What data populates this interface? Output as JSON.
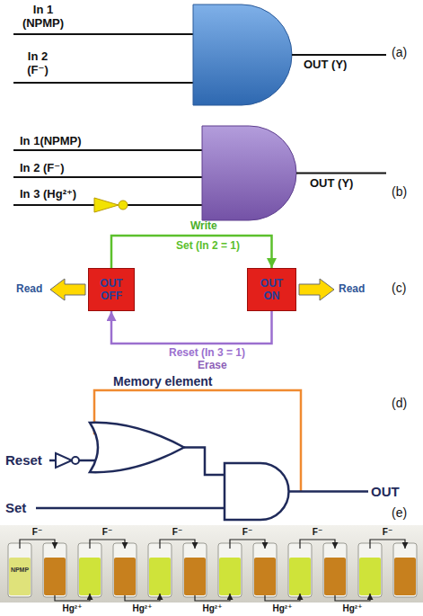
{
  "diagram": {
    "nodes": [
      {
        "text": [
          "OUT OFF"
        ]
      },
      {
        "text": [
          "OUT ON"
        ]
      }
    ],
    "edges": [
      {
        "from": 0,
        "to": 1,
        "arrow": "to",
        "label": "Set (In 2 = 1)"
      },
      {
        "from": 1,
        "to": 0,
        "arrow": "to",
        "label": "Reset (In 3 = 1)"
      }
    ],
    "labels": [
      "In 1 (NPMP)",
      "In 2 (F⁻)",
      "OUT (Y)",
      "(a)",
      "In 1(NPMP)",
      "In 2 (F⁻)",
      "In 3 (Hg²⁺)",
      "OUT (Y)",
      "(b)",
      "Write",
      "Read",
      "Read",
      "Erase",
      "(c)",
      "Memory element",
      "Reset",
      "Set",
      "OUT",
      "(d)",
      "F⁻",
      "F⁻",
      "F⁻",
      "F⁻",
      "F⁻",
      "F⁻",
      "NPMP",
      "Hg²⁺",
      "Hg²⁺",
      "Hg²⁺",
      "Hg²⁺",
      "Hg²⁺",
      "(e)"
    ]
  }
}
